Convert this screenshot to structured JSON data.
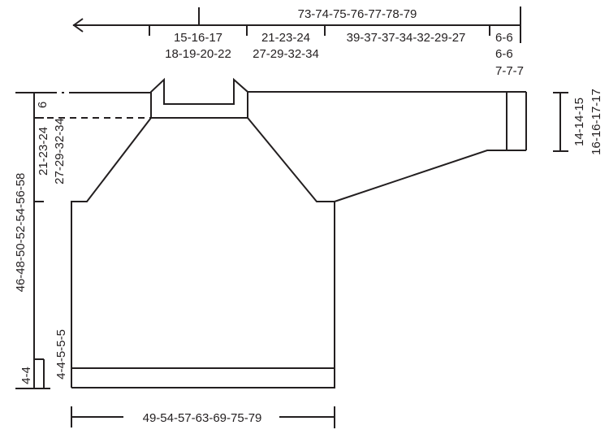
{
  "diagram": {
    "type": "knitting-schematic",
    "subject": "sweater body and sleeve measurement chart (cm)",
    "stroke_color": "#231f20",
    "background": "#ffffff",
    "top_measurements": {
      "total_width": "73-74-75-76-77-78-79",
      "neck_half": [
        "15-16-17",
        "18-19-20-22"
      ],
      "raglan": [
        "21-23-24",
        "27-29-32-34"
      ],
      "sleeve_length": "39-37-37-34-32-29-27",
      "cuff": [
        "6-6",
        "6-6",
        "7-7-7"
      ]
    },
    "left_measurements": {
      "total_length": "46-48-50-52-54-56-58",
      "neck_edge": "6",
      "raglan_height": [
        "21-23-24",
        "27-29-32-34"
      ],
      "rib_outer": "4-4",
      "rib_inner": "4-4-5-5-5"
    },
    "right_measurements": {
      "sleeve_cuff_width": [
        "14-14-15",
        "16-16-17-17"
      ]
    },
    "bottom_measurements": {
      "body_width": "49-54-57-63-69-75-79"
    },
    "icons": {
      "arrow-left": "←"
    }
  }
}
